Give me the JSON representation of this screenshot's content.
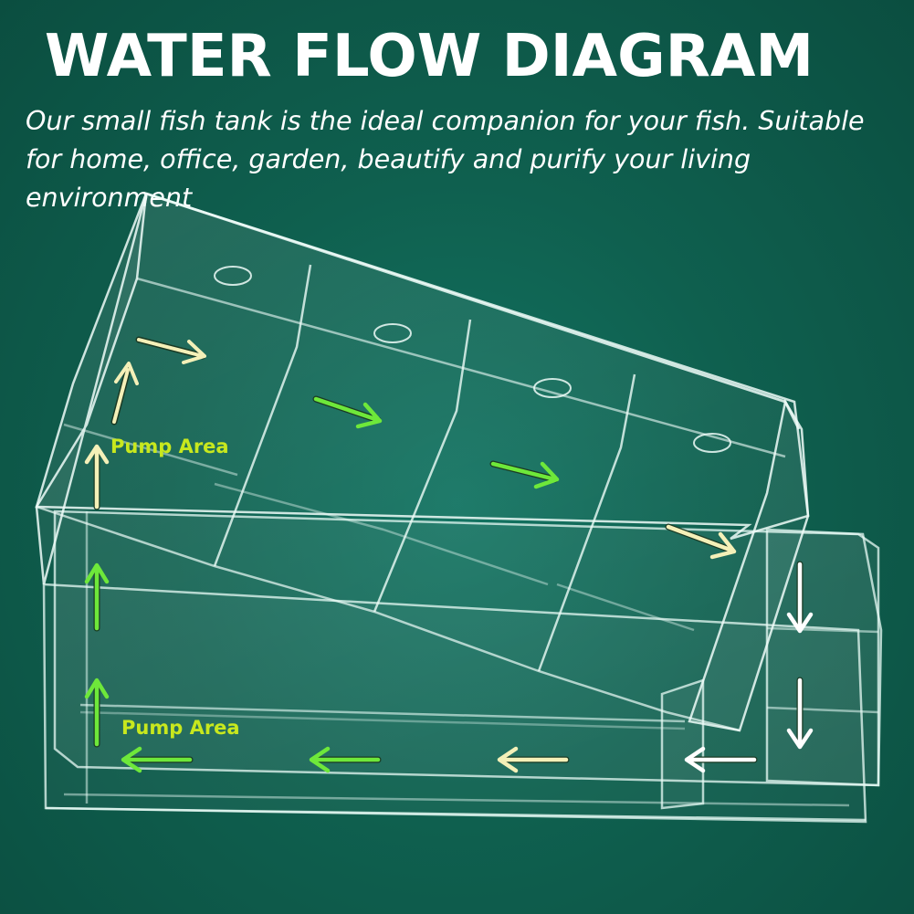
{
  "header": {
    "title": "WATER FLOW DIAGRAM",
    "subtitle": "Our small fish tank is the ideal companion for your fish. Suitable for home, office, garden, beautify and purify your living environment"
  },
  "labels": {
    "pump_area_top": "Pump Area",
    "pump_area_bottom": "Pump Area"
  },
  "colors": {
    "background": "#0f604f",
    "title": "#ffffff",
    "pump_label": "#c8e81e",
    "arrow_green": "#6ee83a",
    "arrow_yellow": "#f4f0b8",
    "arrow_white": "#ffffff"
  }
}
